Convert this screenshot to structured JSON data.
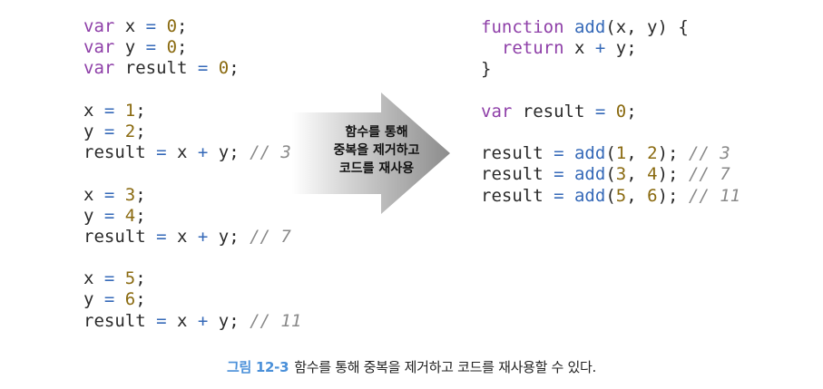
{
  "left_code": [
    [
      [
        "kw",
        "var"
      ],
      [
        "t",
        " x "
      ],
      [
        "op",
        "="
      ],
      [
        "t",
        " "
      ],
      [
        "num",
        "0"
      ],
      [
        "t",
        ";"
      ]
    ],
    [
      [
        "kw",
        "var"
      ],
      [
        "t",
        " y "
      ],
      [
        "op",
        "="
      ],
      [
        "t",
        " "
      ],
      [
        "num",
        "0"
      ],
      [
        "t",
        ";"
      ]
    ],
    [
      [
        "kw",
        "var"
      ],
      [
        "t",
        " result "
      ],
      [
        "op",
        "="
      ],
      [
        "t",
        " "
      ],
      [
        "num",
        "0"
      ],
      [
        "t",
        ";"
      ]
    ],
    [],
    [
      [
        "t",
        "x "
      ],
      [
        "op",
        "="
      ],
      [
        "t",
        " "
      ],
      [
        "num",
        "1"
      ],
      [
        "t",
        ";"
      ]
    ],
    [
      [
        "t",
        "y "
      ],
      [
        "op",
        "="
      ],
      [
        "t",
        " "
      ],
      [
        "num",
        "2"
      ],
      [
        "t",
        ";"
      ]
    ],
    [
      [
        "t",
        "result "
      ],
      [
        "op",
        "="
      ],
      [
        "t",
        " x "
      ],
      [
        "op",
        "+"
      ],
      [
        "t",
        " y; "
      ],
      [
        "cm",
        "// 3"
      ]
    ],
    [],
    [
      [
        "t",
        "x "
      ],
      [
        "op",
        "="
      ],
      [
        "t",
        " "
      ],
      [
        "num",
        "3"
      ],
      [
        "t",
        ";"
      ]
    ],
    [
      [
        "t",
        "y "
      ],
      [
        "op",
        "="
      ],
      [
        "t",
        " "
      ],
      [
        "num",
        "4"
      ],
      [
        "t",
        ";"
      ]
    ],
    [
      [
        "t",
        "result "
      ],
      [
        "op",
        "="
      ],
      [
        "t",
        " x "
      ],
      [
        "op",
        "+"
      ],
      [
        "t",
        " y; "
      ],
      [
        "cm",
        "// 7"
      ]
    ],
    [],
    [
      [
        "t",
        "x "
      ],
      [
        "op",
        "="
      ],
      [
        "t",
        " "
      ],
      [
        "num",
        "5"
      ],
      [
        "t",
        ";"
      ]
    ],
    [
      [
        "t",
        "y "
      ],
      [
        "op",
        "="
      ],
      [
        "t",
        " "
      ],
      [
        "num",
        "6"
      ],
      [
        "t",
        ";"
      ]
    ],
    [
      [
        "t",
        "result "
      ],
      [
        "op",
        "="
      ],
      [
        "t",
        " x "
      ],
      [
        "op",
        "+"
      ],
      [
        "t",
        " y; "
      ],
      [
        "cm",
        "// 11"
      ]
    ]
  ],
  "right_code": [
    [
      [
        "kw",
        "function"
      ],
      [
        "t",
        " "
      ],
      [
        "fn",
        "add"
      ],
      [
        "t",
        "(x, y) {"
      ]
    ],
    [
      [
        "t",
        "  "
      ],
      [
        "kw",
        "return"
      ],
      [
        "t",
        " x "
      ],
      [
        "op",
        "+"
      ],
      [
        "t",
        " y;"
      ]
    ],
    [
      [
        "t",
        "}"
      ]
    ],
    [],
    [
      [
        "kw",
        "var"
      ],
      [
        "t",
        " result "
      ],
      [
        "op",
        "="
      ],
      [
        "t",
        " "
      ],
      [
        "num",
        "0"
      ],
      [
        "t",
        ";"
      ]
    ],
    [],
    [
      [
        "t",
        "result "
      ],
      [
        "op",
        "="
      ],
      [
        "t",
        " "
      ],
      [
        "fn",
        "add"
      ],
      [
        "t",
        "("
      ],
      [
        "num",
        "1"
      ],
      [
        "t",
        ", "
      ],
      [
        "num",
        "2"
      ],
      [
        "t",
        "); "
      ],
      [
        "cm",
        "// 3"
      ]
    ],
    [
      [
        "t",
        "result "
      ],
      [
        "op",
        "="
      ],
      [
        "t",
        " "
      ],
      [
        "fn",
        "add"
      ],
      [
        "t",
        "("
      ],
      [
        "num",
        "3"
      ],
      [
        "t",
        ", "
      ],
      [
        "num",
        "4"
      ],
      [
        "t",
        "); "
      ],
      [
        "cm",
        "// 7"
      ]
    ],
    [
      [
        "t",
        "result "
      ],
      [
        "op",
        "="
      ],
      [
        "t",
        " "
      ],
      [
        "fn",
        "add"
      ],
      [
        "t",
        "("
      ],
      [
        "num",
        "5"
      ],
      [
        "t",
        ", "
      ],
      [
        "num",
        "6"
      ],
      [
        "t",
        "); "
      ],
      [
        "cm",
        "// 11"
      ]
    ]
  ],
  "arrow": {
    "lines": [
      "함수를 통해",
      "중복을 제거하고",
      "코드를 재사용"
    ]
  },
  "caption": {
    "label": "그림 12-3",
    "text": "함수를 통해 중복을 제거하고 코드를 재사용할 수 있다."
  },
  "colors": {
    "keyword": "#8e3fa8",
    "function": "#3569b8",
    "number": "#8a6a10",
    "comment": "#8a8a8a",
    "caption_label": "#4a90d9"
  }
}
